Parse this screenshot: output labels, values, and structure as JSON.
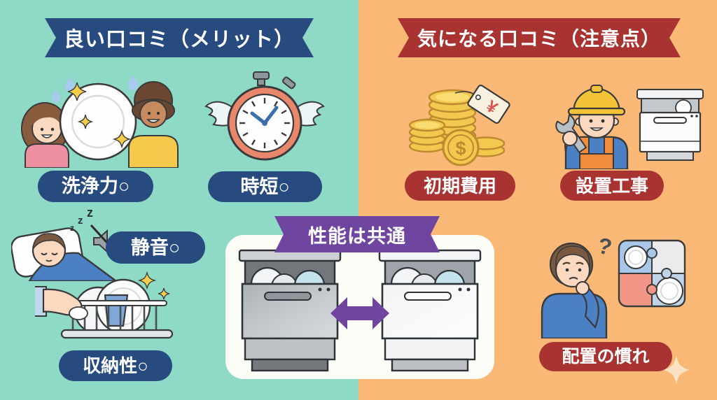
{
  "left_panel": {
    "header": "良い口コミ（メリット）",
    "items": [
      {
        "label": "洗浄力○",
        "icon": "sparkling-plate-with-happy-people"
      },
      {
        "label": "時短○",
        "icon": "winged-stopwatch"
      },
      {
        "label": "静音○",
        "icon": "sleeping-person-with-muted-speaker"
      },
      {
        "label": "収納性○",
        "icon": "hand-loading-dish-rack"
      }
    ]
  },
  "right_panel": {
    "header": "気になる口コミ（注意点）",
    "items": [
      {
        "label": "初期費用",
        "icon": "coin-stacks-with-yen-price-tag"
      },
      {
        "label": "設置工事",
        "icon": "installer-with-wrench-and-dishwasher"
      },
      {
        "label": "配置の慣れ",
        "icon": "confused-person-with-dish-puzzle"
      }
    ]
  },
  "center": {
    "banner": "性能は共通",
    "icon": "two-dishwashers-double-arrow"
  },
  "glyphs": {
    "z1": "z",
    "z2": "z",
    "z3": "z",
    "question": "?",
    "yen": "¥",
    "dollar": "$"
  },
  "colors": {
    "left_bg": "#8EDAC7",
    "right_bg": "#FAB877",
    "navy": "#274B7E",
    "dark_red": "#A93330",
    "purple": "#6F45A0",
    "panel_bg": "#FDFDF8",
    "coin_gold": "#F3C84F",
    "sparkle_cream": "#F9E3C4"
  }
}
